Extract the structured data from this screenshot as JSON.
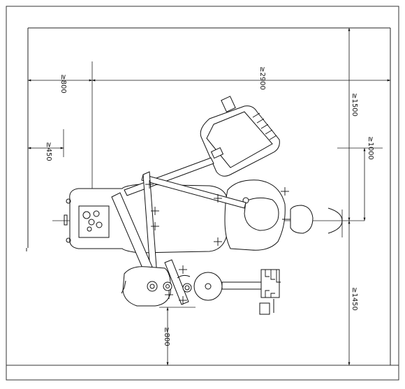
{
  "drawing": {
    "dimensions": {
      "top_left_width": "≥800",
      "top_width": "≥2900",
      "left_width": "≥450",
      "right_top_height": "≥1500",
      "right_inner_height": "≥1000",
      "right_bottom_height": "≥1450",
      "bottom_width": "≥800"
    }
  }
}
